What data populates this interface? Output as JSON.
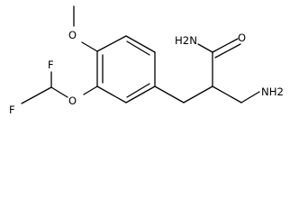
{
  "molecule": {
    "labels": {
      "methoxy_o": "O",
      "ether_o": "O",
      "fluorine_top": "F",
      "fluorine_bottom": "F",
      "amide_o": "O",
      "amide_nh2": "H2N",
      "amine_nh2": "NH2"
    }
  }
}
